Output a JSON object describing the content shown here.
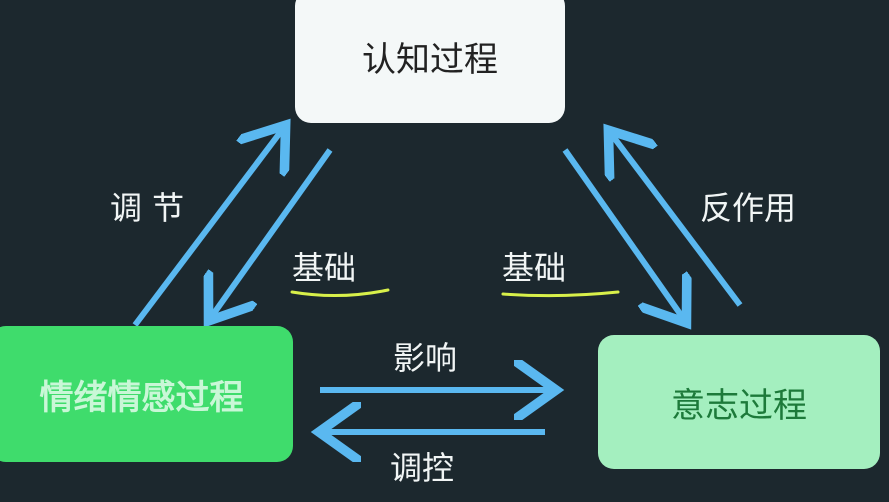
{
  "nodes": {
    "cognitive": "认知过程",
    "emotional": "情绪情感过程",
    "volitional": "意志过程"
  },
  "edges": {
    "regulate": "调 节",
    "basis_left": "基础",
    "basis_right": "基础",
    "counteract": "反作用",
    "influence": "影响",
    "control": "调控"
  },
  "colors": {
    "background": "#1c282e",
    "arrow": "#5ab8f0",
    "underline": "#d8f04a",
    "emotional_box": "#3fdc6c",
    "volitional_box": "#a4efbf"
  }
}
